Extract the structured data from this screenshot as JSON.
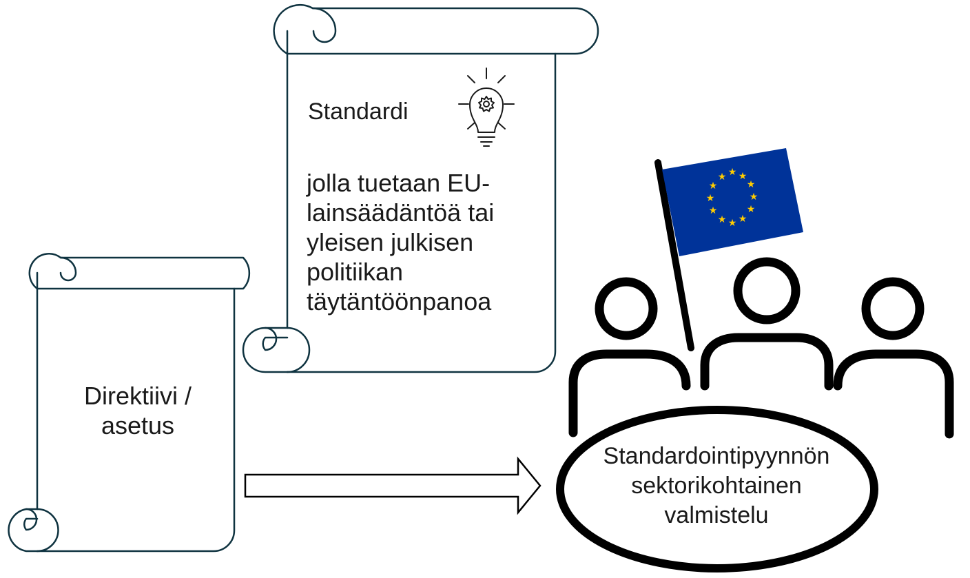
{
  "diagram": {
    "standard_scroll": {
      "title": "Standardi",
      "body": "jolla tuetaan EU-lainsäädäntöä tai yleisen julkisen politiikan täytäntöönpanoa",
      "icon": "lightbulb-gear-icon"
    },
    "directive_scroll": {
      "text": "Direktiivi / asetus"
    },
    "arrow": {
      "icon": "right-arrow-icon"
    },
    "meeting": {
      "text": "Standardointipyynnön sektorikohtainen valmistelu",
      "flag_icon": "eu-flag-icon",
      "people_icon": "people-group-icon"
    },
    "colors": {
      "scroll_stroke": "#0f3340",
      "flag_blue": "#003399",
      "flag_star": "#ffcc00",
      "ink": "#000000"
    }
  }
}
